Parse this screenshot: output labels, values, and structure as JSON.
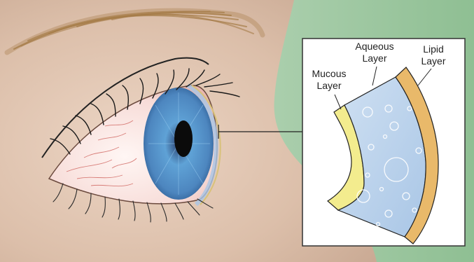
{
  "labels": {
    "mucous": {
      "line1": "Mucous",
      "line2": "Layer"
    },
    "aqueous": {
      "line1": "Aqueous",
      "line2": "Layer"
    },
    "lipid": {
      "line1": "Lipid",
      "line2": "Layer"
    }
  },
  "colors": {
    "skin": "#d8b8a3",
    "background_green": "#a8ccaa",
    "iris": "#4f8cc4",
    "sclera": "#f6e3e0",
    "mucous_layer": "#f3ec8e",
    "aqueous_layer": "#bcd4ec",
    "lipid_layer": "#e9b96a",
    "eyebrow": "#a57c47"
  }
}
